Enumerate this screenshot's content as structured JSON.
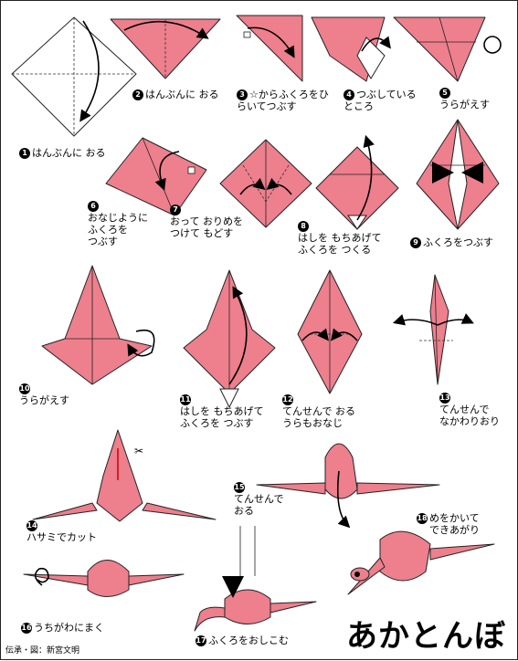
{
  "title": "あかとんぼ",
  "credit": "伝承・図：新宮文明",
  "colors": {
    "paper": "#ee7f8d",
    "paper_dark": "#e06677",
    "ink": "#000000"
  },
  "steps": [
    {
      "n": "1",
      "lines": [
        "はんぶんに おる"
      ]
    },
    {
      "n": "2",
      "lines": [
        "はんぶんに おる"
      ]
    },
    {
      "n": "3",
      "lines": [
        "☆からふくろをひ",
        "らいてつぶす"
      ]
    },
    {
      "n": "4",
      "lines": [
        "つぶしている",
        "ところ"
      ]
    },
    {
      "n": "5",
      "lines": [
        "うらがえす"
      ]
    },
    {
      "n": "6",
      "lines": [
        "おなじように",
        "ふくろを",
        "つぶす"
      ]
    },
    {
      "n": "7",
      "lines": [
        "おって おりめを",
        "つけて もどす"
      ]
    },
    {
      "n": "8",
      "lines": [
        "はしを もちあげて",
        "ふくろを つくる"
      ]
    },
    {
      "n": "9",
      "lines": [
        "ふくろをつぶす"
      ]
    },
    {
      "n": "10",
      "lines": [
        "うらがえす"
      ]
    },
    {
      "n": "11",
      "lines": [
        "はしを もちあげて",
        "ふくろを つぶす"
      ]
    },
    {
      "n": "12",
      "lines": [
        "てんせんで おる",
        "うらもおなじ"
      ]
    },
    {
      "n": "13",
      "lines": [
        "てんせんで",
        "なかわりおり"
      ]
    },
    {
      "n": "14",
      "lines": [
        "ハサミでカット"
      ]
    },
    {
      "n": "15",
      "lines": [
        "てんせんで",
        "おる"
      ]
    },
    {
      "n": "16",
      "lines": [
        "うちがわにまく"
      ]
    },
    {
      "n": "17",
      "lines": [
        "ふくろをおしこむ"
      ]
    },
    {
      "n": "18",
      "lines": [
        "めをかいて",
        "できあがり"
      ]
    }
  ]
}
